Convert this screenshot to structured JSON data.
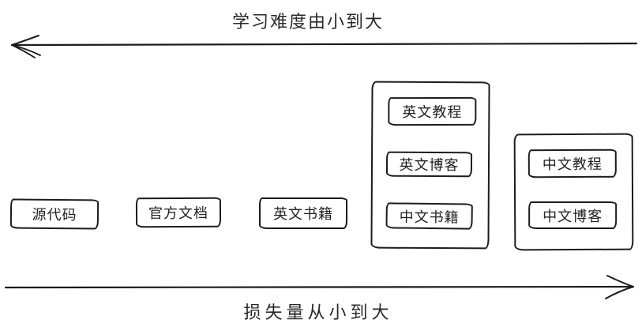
{
  "diagram": {
    "background": "#ffffff",
    "stroke_color": "#1c1c1c",
    "top_axis": {
      "label": "学习难度由小到大",
      "direction": "left"
    },
    "bottom_axis": {
      "label": "损失量从小到大",
      "direction": "right"
    },
    "standalone_nodes": [
      {
        "id": "source-code",
        "label": "源代码"
      },
      {
        "id": "official-docs",
        "label": "官方文档"
      },
      {
        "id": "english-books",
        "label": "英文书籍"
      }
    ],
    "groups": [
      {
        "id": "english-resources",
        "items": [
          {
            "id": "english-tutorials",
            "label": "英文教程"
          },
          {
            "id": "english-blogs",
            "label": "英文博客"
          },
          {
            "id": "chinese-books",
            "label": "中文书籍"
          }
        ]
      },
      {
        "id": "chinese-resources",
        "items": [
          {
            "id": "chinese-tutorials",
            "label": "中文教程"
          },
          {
            "id": "chinese-blogs",
            "label": "中文博客"
          }
        ]
      }
    ]
  }
}
